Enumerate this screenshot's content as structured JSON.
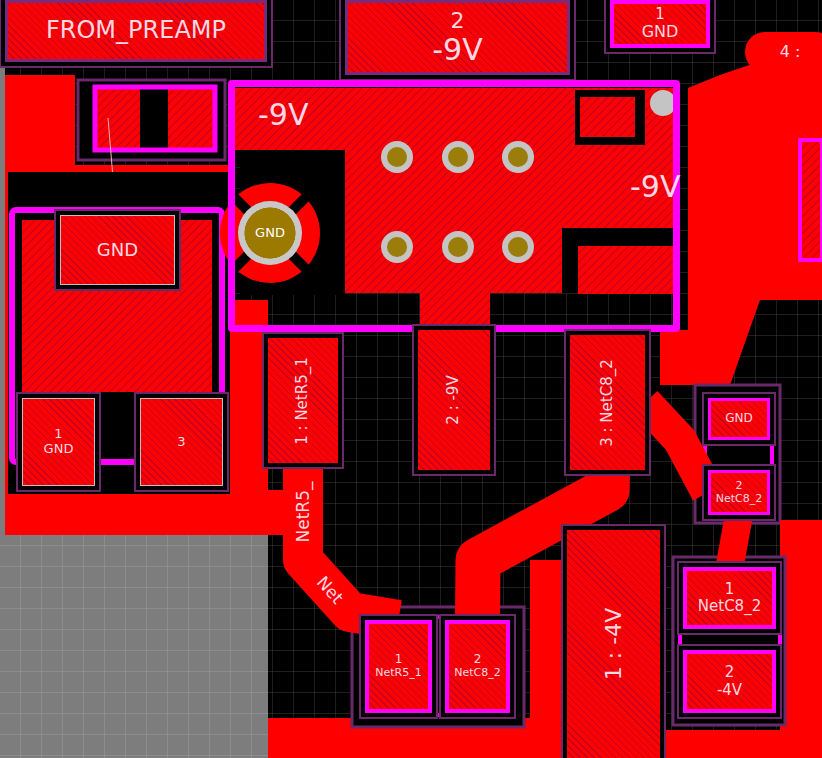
{
  "diagram": {
    "nodes": [
      {
        "text": [
          "FROM_PREAMP"
        ]
      },
      {
        "text": [
          "2",
          "-9V"
        ]
      },
      {
        "text": [
          "1",
          "GND"
        ]
      },
      {
        "text": [
          "-9V",
          "-9V"
        ]
      },
      {
        "text": [
          "GND"
        ],
        "in": 3
      },
      {
        "text": [
          "GND"
        ]
      },
      {
        "text": [
          "1",
          "GND"
        ]
      },
      {
        "text": [
          "3"
        ]
      },
      {
        "text": [
          "1 : NetR5_1"
        ]
      },
      {
        "text": [
          "2 : -9V"
        ]
      },
      {
        "text": [
          "3 : NetC8_2"
        ]
      },
      {
        "text": [
          "GND"
        ]
      },
      {
        "text": [
          "2",
          "NetC8_2"
        ]
      },
      {
        "text": [
          "1 : -4V"
        ]
      },
      {
        "text": [
          "1",
          "NetC8_2"
        ]
      },
      {
        "text": [
          "1",
          "NetR5_1"
        ]
      },
      {
        "text": [
          "2",
          "NetC8_2"
        ]
      },
      {
        "text": [
          "2",
          "-4V"
        ]
      }
    ],
    "edges": [
      {
        "from": 8,
        "to": 15,
        "arrow": "none",
        "label": "NetR5_"
      },
      {
        "from": 10,
        "to": 16,
        "arrow": "none"
      },
      {
        "from": 10,
        "to": 12,
        "arrow": "none"
      },
      {
        "from": 12,
        "to": 14,
        "arrow": "none"
      }
    ],
    "labels": [
      "4 :",
      "Net"
    ]
  }
}
